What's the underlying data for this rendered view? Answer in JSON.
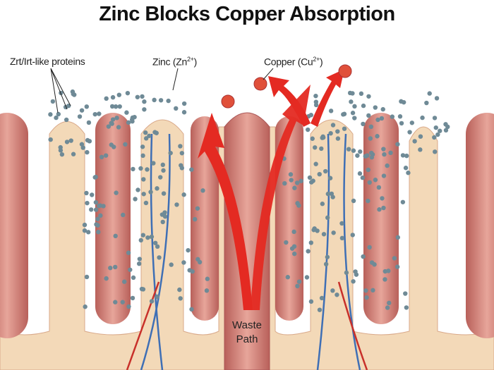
{
  "title": "Zinc Blocks Copper Absorption",
  "labels": {
    "proteins": "Zrt/Irt-like proteins",
    "zinc": "Zinc (Zn",
    "zinc_sup": "2+",
    "copper": "Copper (Cu",
    "copper_sup": "2+",
    "waste_line1": "Waste",
    "waste_line2": "Path"
  },
  "colors": {
    "villus": "#d98a80",
    "tissue": "#f3d9b8",
    "zinc_dot": "#6f8a96",
    "copper_dot": "#e0503a",
    "arrow": "#e42a22",
    "vein": "#3f6fb5",
    "artery": "#c8302a"
  }
}
